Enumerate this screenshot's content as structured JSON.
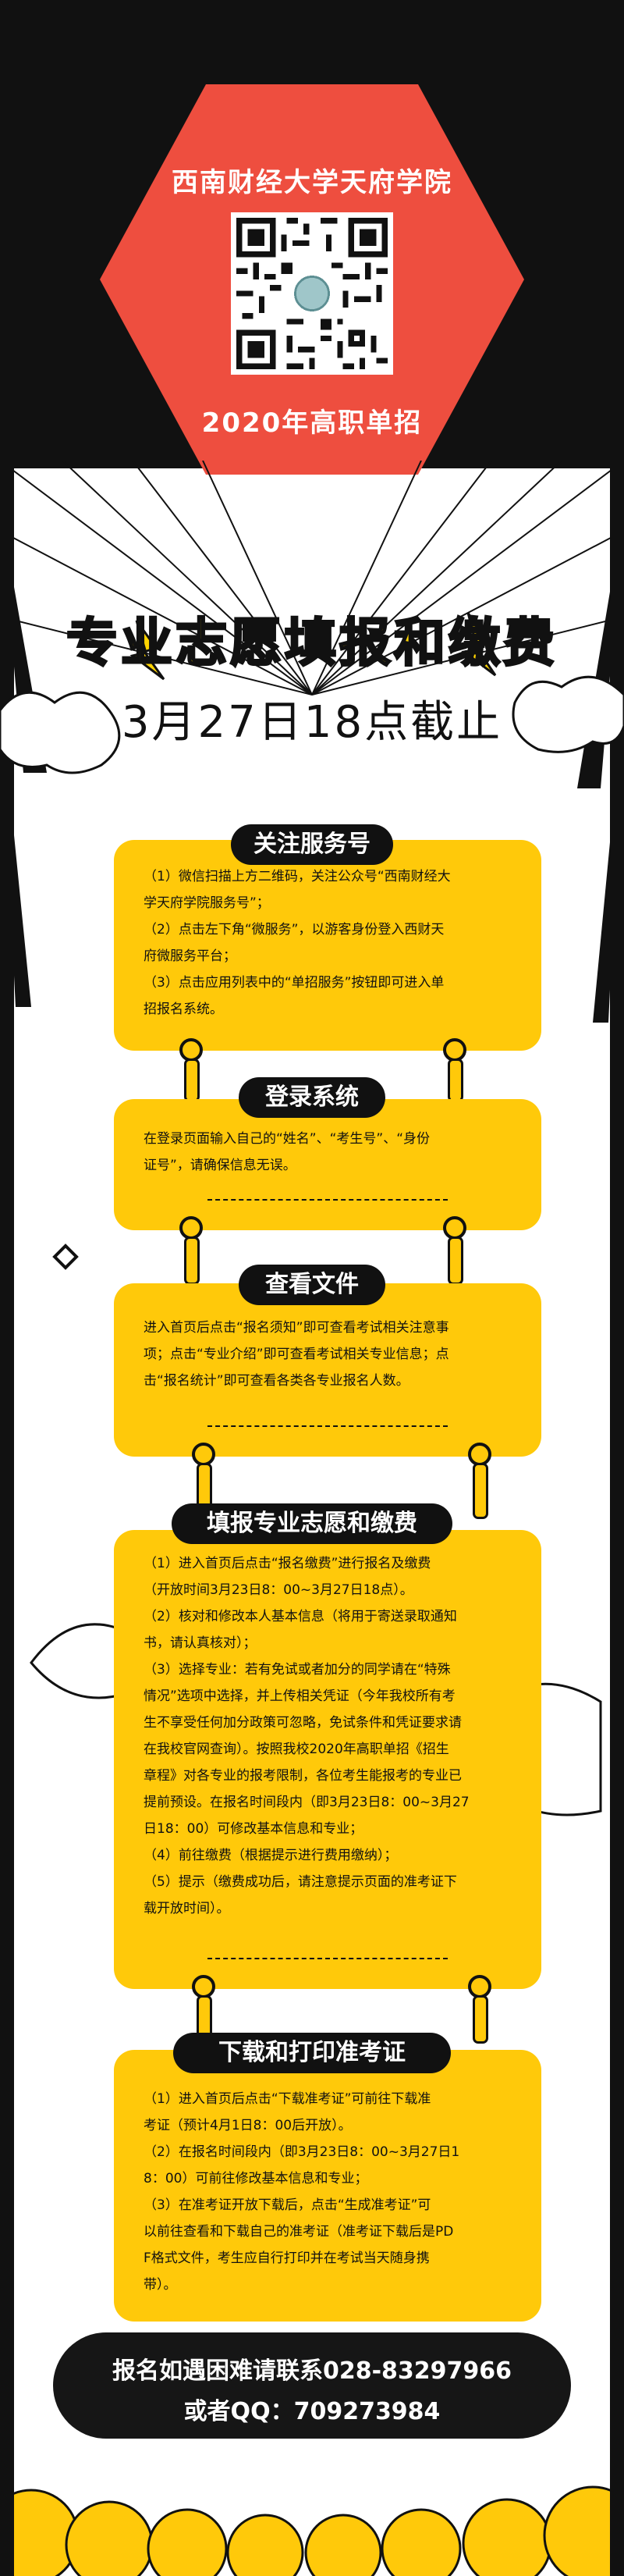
{
  "header": {
    "school": "西南财经大学天府学院",
    "program": "2020年高职单招"
  },
  "title": {
    "main": "专业志愿填报和缴费",
    "deadline": "3月27日18点截止"
  },
  "sections": [
    {
      "label": "关注服务号",
      "lines": [
        "（1）微信扫描上方二维码，关注公众号“西南财经大",
        "学天府学院服务号”；",
        "（2）点击左下角“微服务”，以游客身份登入西财天",
        "府微服务平台；",
        "（3）点击应用列表中的“单招服务”按钮即可进入单",
        "招报名系统。"
      ]
    },
    {
      "label": "登录系统",
      "lines": [
        "在登录页面输入自己的“姓名”、“考生号”、“身份",
        "证号”，请确保信息无误。"
      ]
    },
    {
      "label": "查看文件",
      "lines": [
        "进入首页后点击“报名须知”即可查看考试相关注意事",
        "项；点击“专业介绍”即可查看考试相关专业信息；点",
        "击“报名统计”即可查看各类各专业报名人数。"
      ]
    },
    {
      "label": "填报专业志愿和缴费",
      "lines": [
        "（1）进入首页后点击“报名缴费”进行报名及缴费",
        "（开放时间3月23日8：00~3月27日18点）。",
        "（2）核对和修改本人基本信息（将用于寄送录取通知",
        "书，请认真核对）；",
        "（3）选择专业：若有免试或者加分的同学请在“特殊",
        "情况”选项中选择，并上传相关凭证（今年我校所有考",
        "生不享受任何加分政策可忽略，免试条件和凭证要求请",
        "在我校官网查询）。按照我校2020年高职单招《招生",
        "章程》对各专业的报考限制，各位考生能报考的专业已",
        "提前预设。在报名时间段内（即3月23日8：00~3月27",
        "日18：00）可修改基本信息和专业；",
        "（4）前往缴费（根据提示进行费用缴纳）；",
        "（5）提示（缴费成功后，请注意提示页面的准考证下",
        "载开放时间）。"
      ]
    },
    {
      "label": "下载和打印准考证",
      "lines": [
        "（1）进入首页后点击“下载准考证”可前往下载准",
        "考证（预计4月1日8：00后开放）。",
        "（2）在报名时间段内（即3月23日8：00~3月27日1",
        "8：00）可前往修改基本信息和专业；",
        "（3）在准考证开放下载后，点击“生成准考证”可",
        "以前往查看和下载自己的准考证（准考证下载后是PD",
        "F格式文件，考生应自行打印并在考试当天随身携",
        "带）。"
      ]
    }
  ],
  "contact": {
    "phone_line": "报名如遇困难请联系028-83297966",
    "qq_line": "或者QQ：709273984"
  },
  "colors": {
    "red": "#ee4e3f",
    "yellow": "#ffc90a",
    "black": "#111111"
  }
}
